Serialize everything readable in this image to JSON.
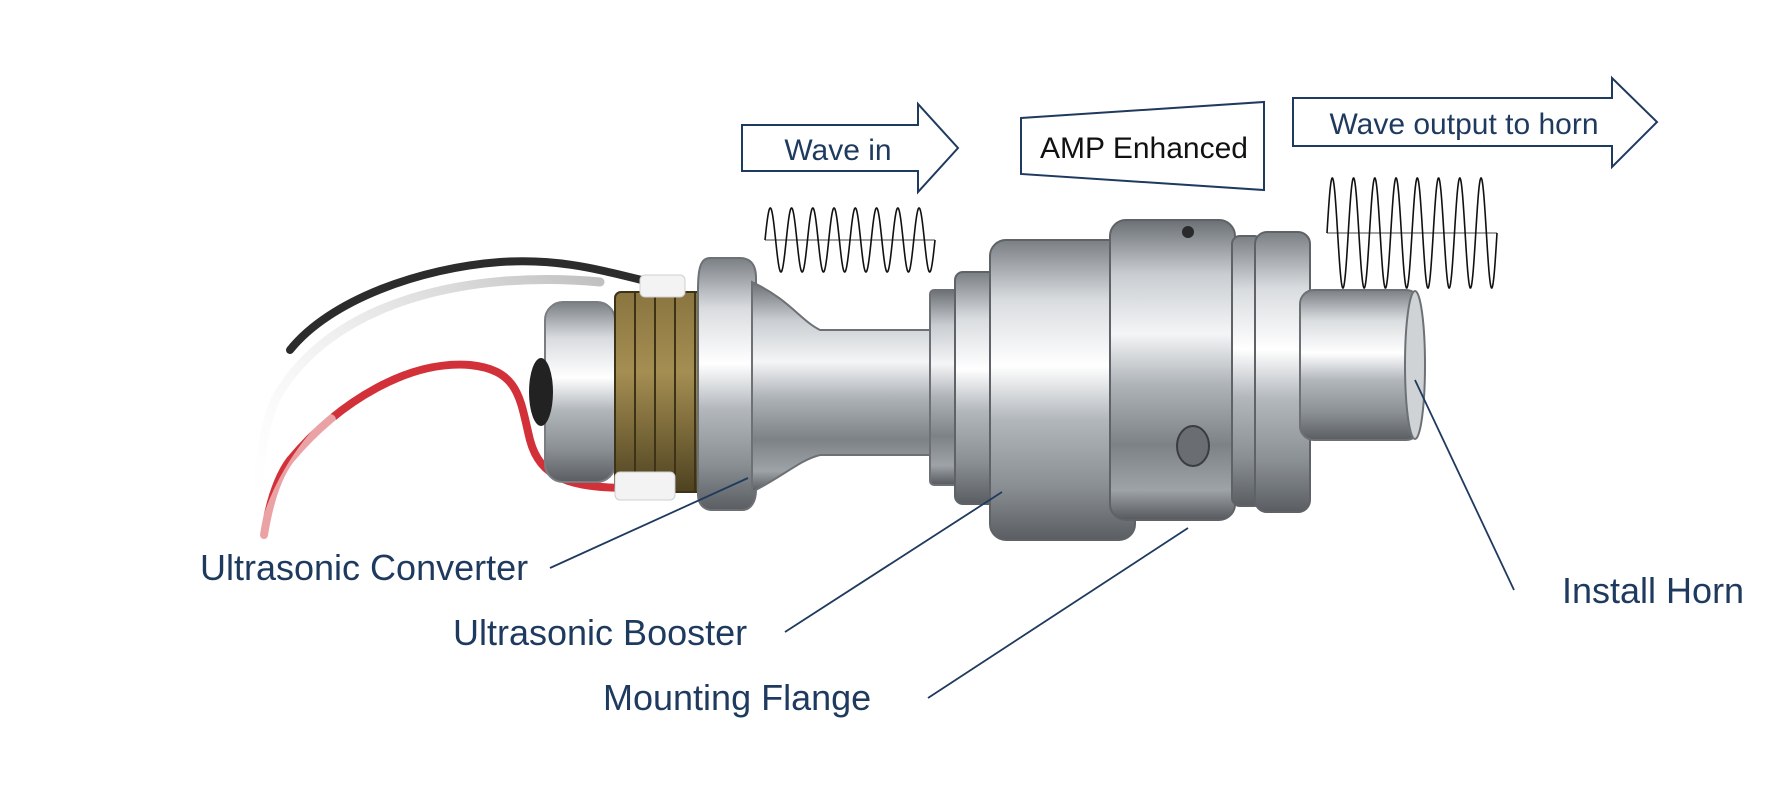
{
  "colors": {
    "label_text": "#1f3a5f",
    "leader_line": "#1f3a5f",
    "arrow_stroke": "#1f3a5f",
    "amp_text": "#111111",
    "metal_light": "#eceef0",
    "metal_mid": "#b8bdc2",
    "metal_dark": "#5d6266",
    "piezo": "#6b5a2c",
    "wire_red": "#d0262e",
    "wire_black": "#1a1a1a",
    "wire_grey": "#c9c9c9"
  },
  "arrows": {
    "wave_in": "Wave in",
    "amp": "AMP Enhanced",
    "wave_out": "Wave output to horn"
  },
  "labels": {
    "converter": "Ultrasonic Converter",
    "booster": "Ultrasonic Booster",
    "flange": "Mounting Flange",
    "horn": "Install Horn"
  },
  "waves": {
    "input_cycles": 8,
    "output_cycles": 8
  }
}
